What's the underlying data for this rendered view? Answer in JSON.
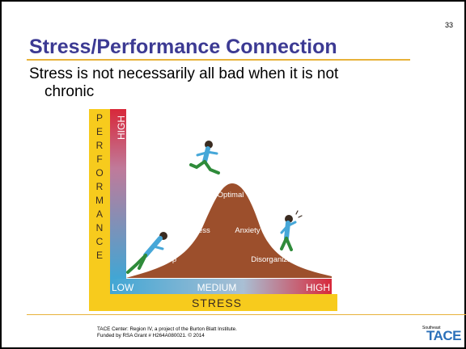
{
  "slide": {
    "page_number": "33",
    "title": "Stress/Performance Connection",
    "body_line1": "Stress is not necessarily all bad when it is not",
    "body_line2": "chronic"
  },
  "diagram": {
    "performance_axis": [
      "P",
      "E",
      "R",
      "F",
      "O",
      "R",
      "M",
      "A",
      "N",
      "C",
      "E"
    ],
    "perf_high": "HIGH",
    "perf_low": "LOW",
    "stress_medium": "MEDIUM",
    "stress_high": "HIGH",
    "stress_label": "STRESS",
    "curve_labels": {
      "optimal": "Optimal",
      "alertness": "Alertness",
      "anxiety": "Anxiety",
      "sleep": "Sleep",
      "disorganization": "Disorganization"
    },
    "colors": {
      "mountain": "#9c4f2c",
      "axis_yellow": "#f7cb1d",
      "hot": "#d8283a",
      "cool": "#41a6d4"
    }
  },
  "footer": {
    "line1": "TACE Center: Region IV, a project of the Burton Blatt Institute.",
    "line2": "Funded by RSA Grant # H264A080021. © 2014",
    "logo_small": "Southeast",
    "logo_big": "TACE"
  }
}
